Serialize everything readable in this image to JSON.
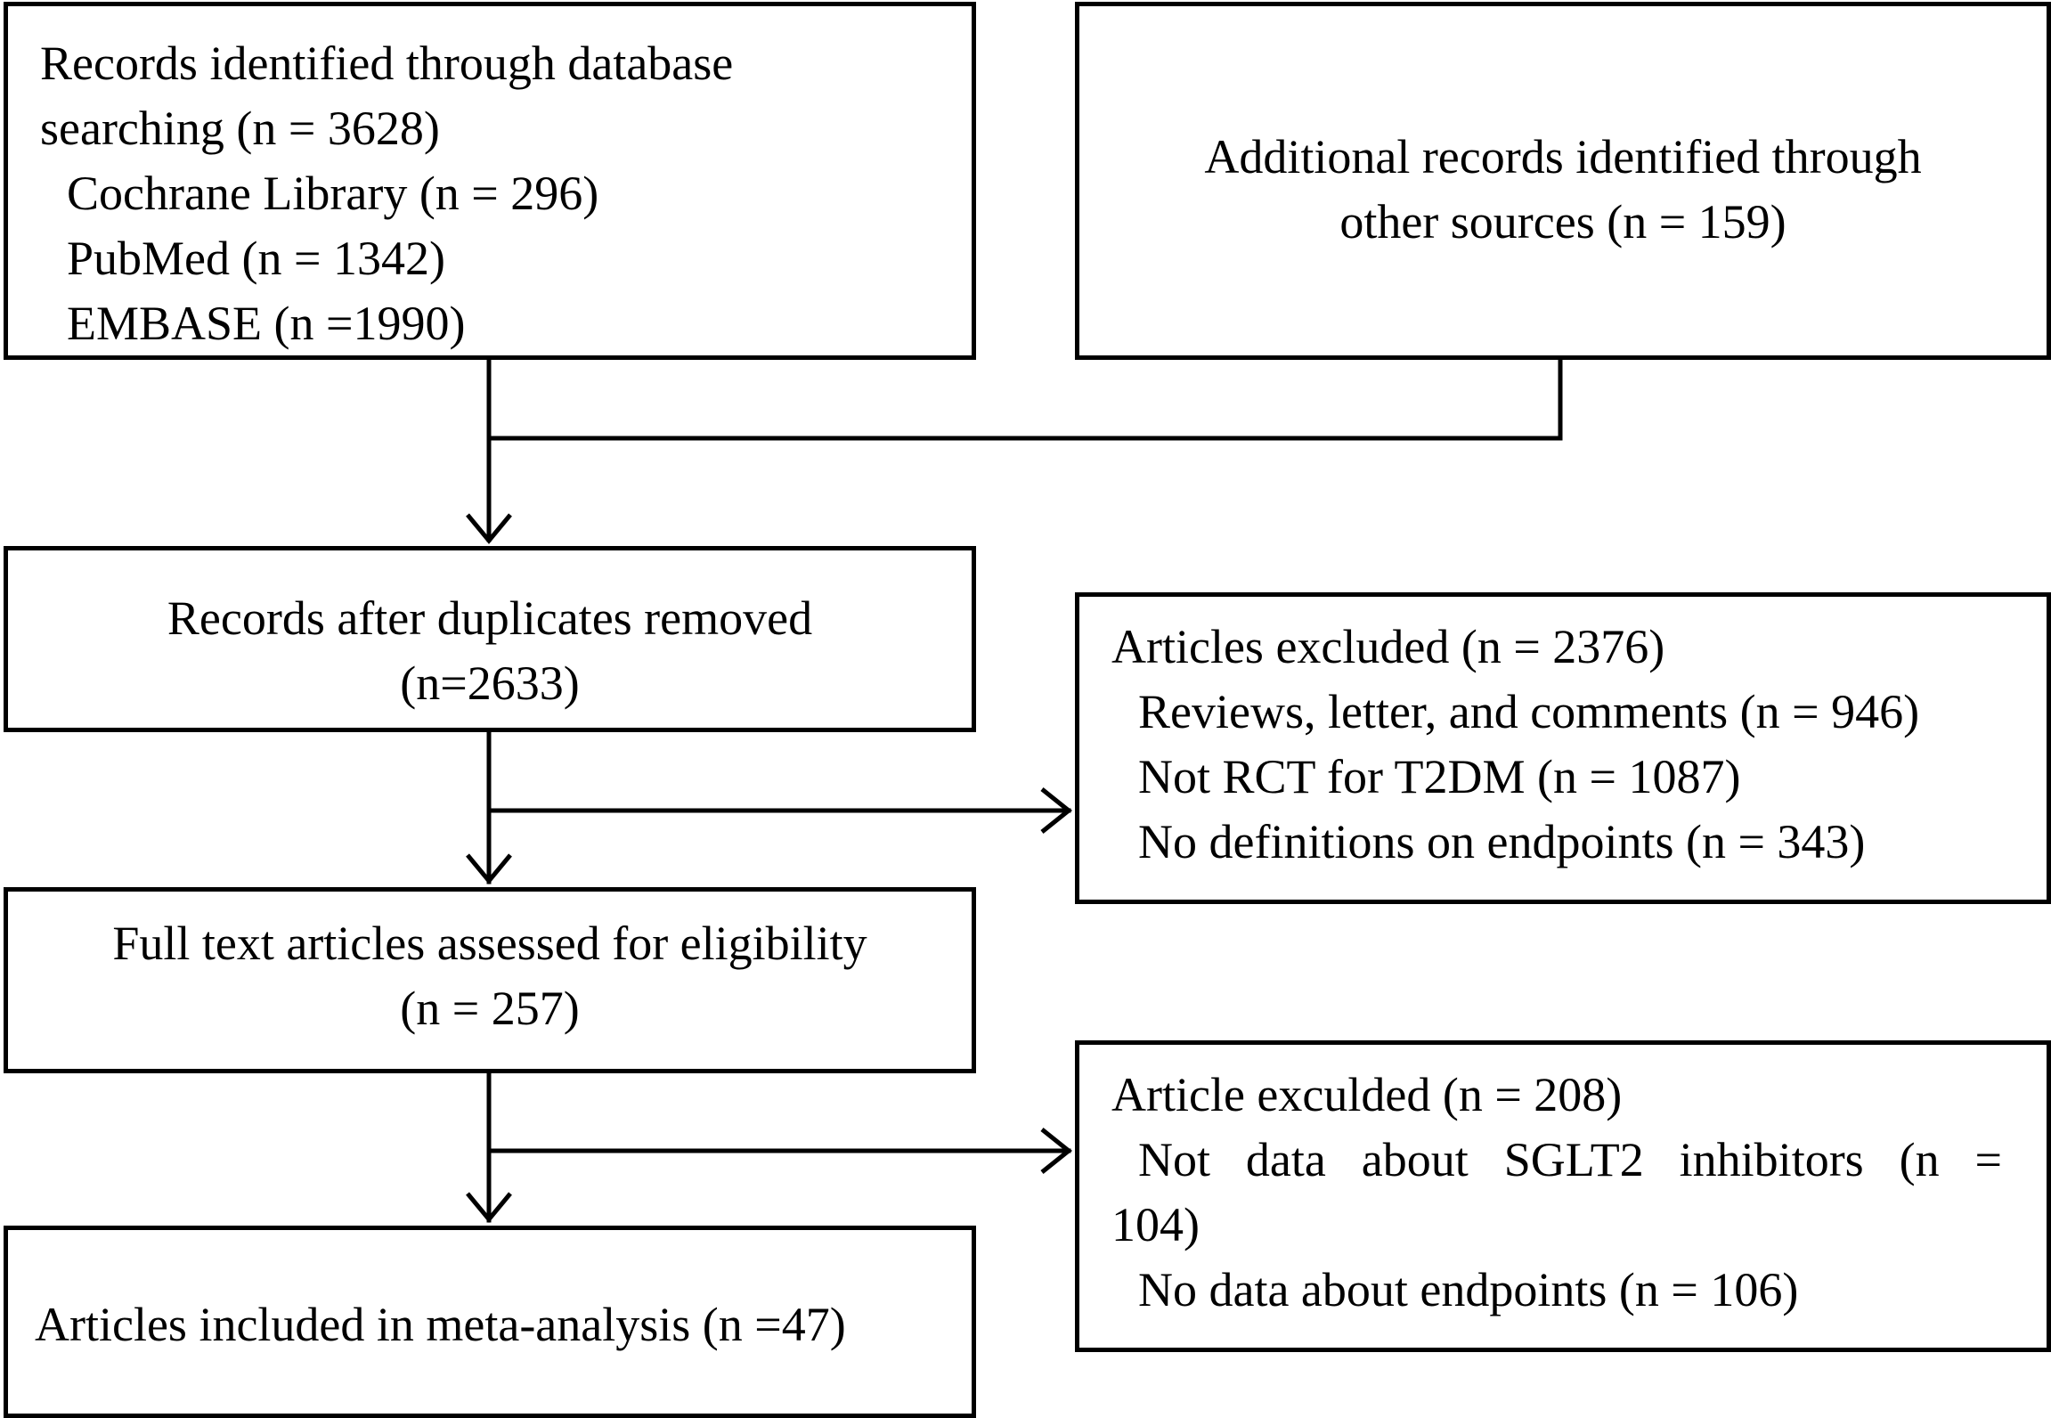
{
  "database_box": {
    "lines": [
      "Records identified through database",
      "searching (n = 3628)",
      "Cochrane Library (n = 296)",
      "PubMed (n = 1342)",
      "EMBASE (n =1990)"
    ]
  },
  "other_sources_box": {
    "lines": [
      "Additional records identified through",
      "other sources (n = 159)"
    ]
  },
  "dedup_box": {
    "lines": [
      "Records after duplicates removed",
      "(n=2633)"
    ]
  },
  "excluded_box_1": {
    "lines": [
      "Articles excluded (n = 2376)",
      "Reviews, letter, and comments (n = 946)",
      "Not RCT for T2DM (n = 1087)",
      "No definitions on endpoints (n = 343)"
    ]
  },
  "fulltext_box": {
    "lines": [
      "Full text articles assessed for eligibility",
      "(n = 257)"
    ]
  },
  "excluded_box_2": {
    "lines": [
      "Article exculded (n = 208)",
      "Not data about SGLT2 inhibitors (n =",
      "104)",
      "No data about endpoints (n = 106)"
    ]
  },
  "included_box": {
    "lines": [
      "Articles included in meta-analysis (n =47)"
    ]
  }
}
